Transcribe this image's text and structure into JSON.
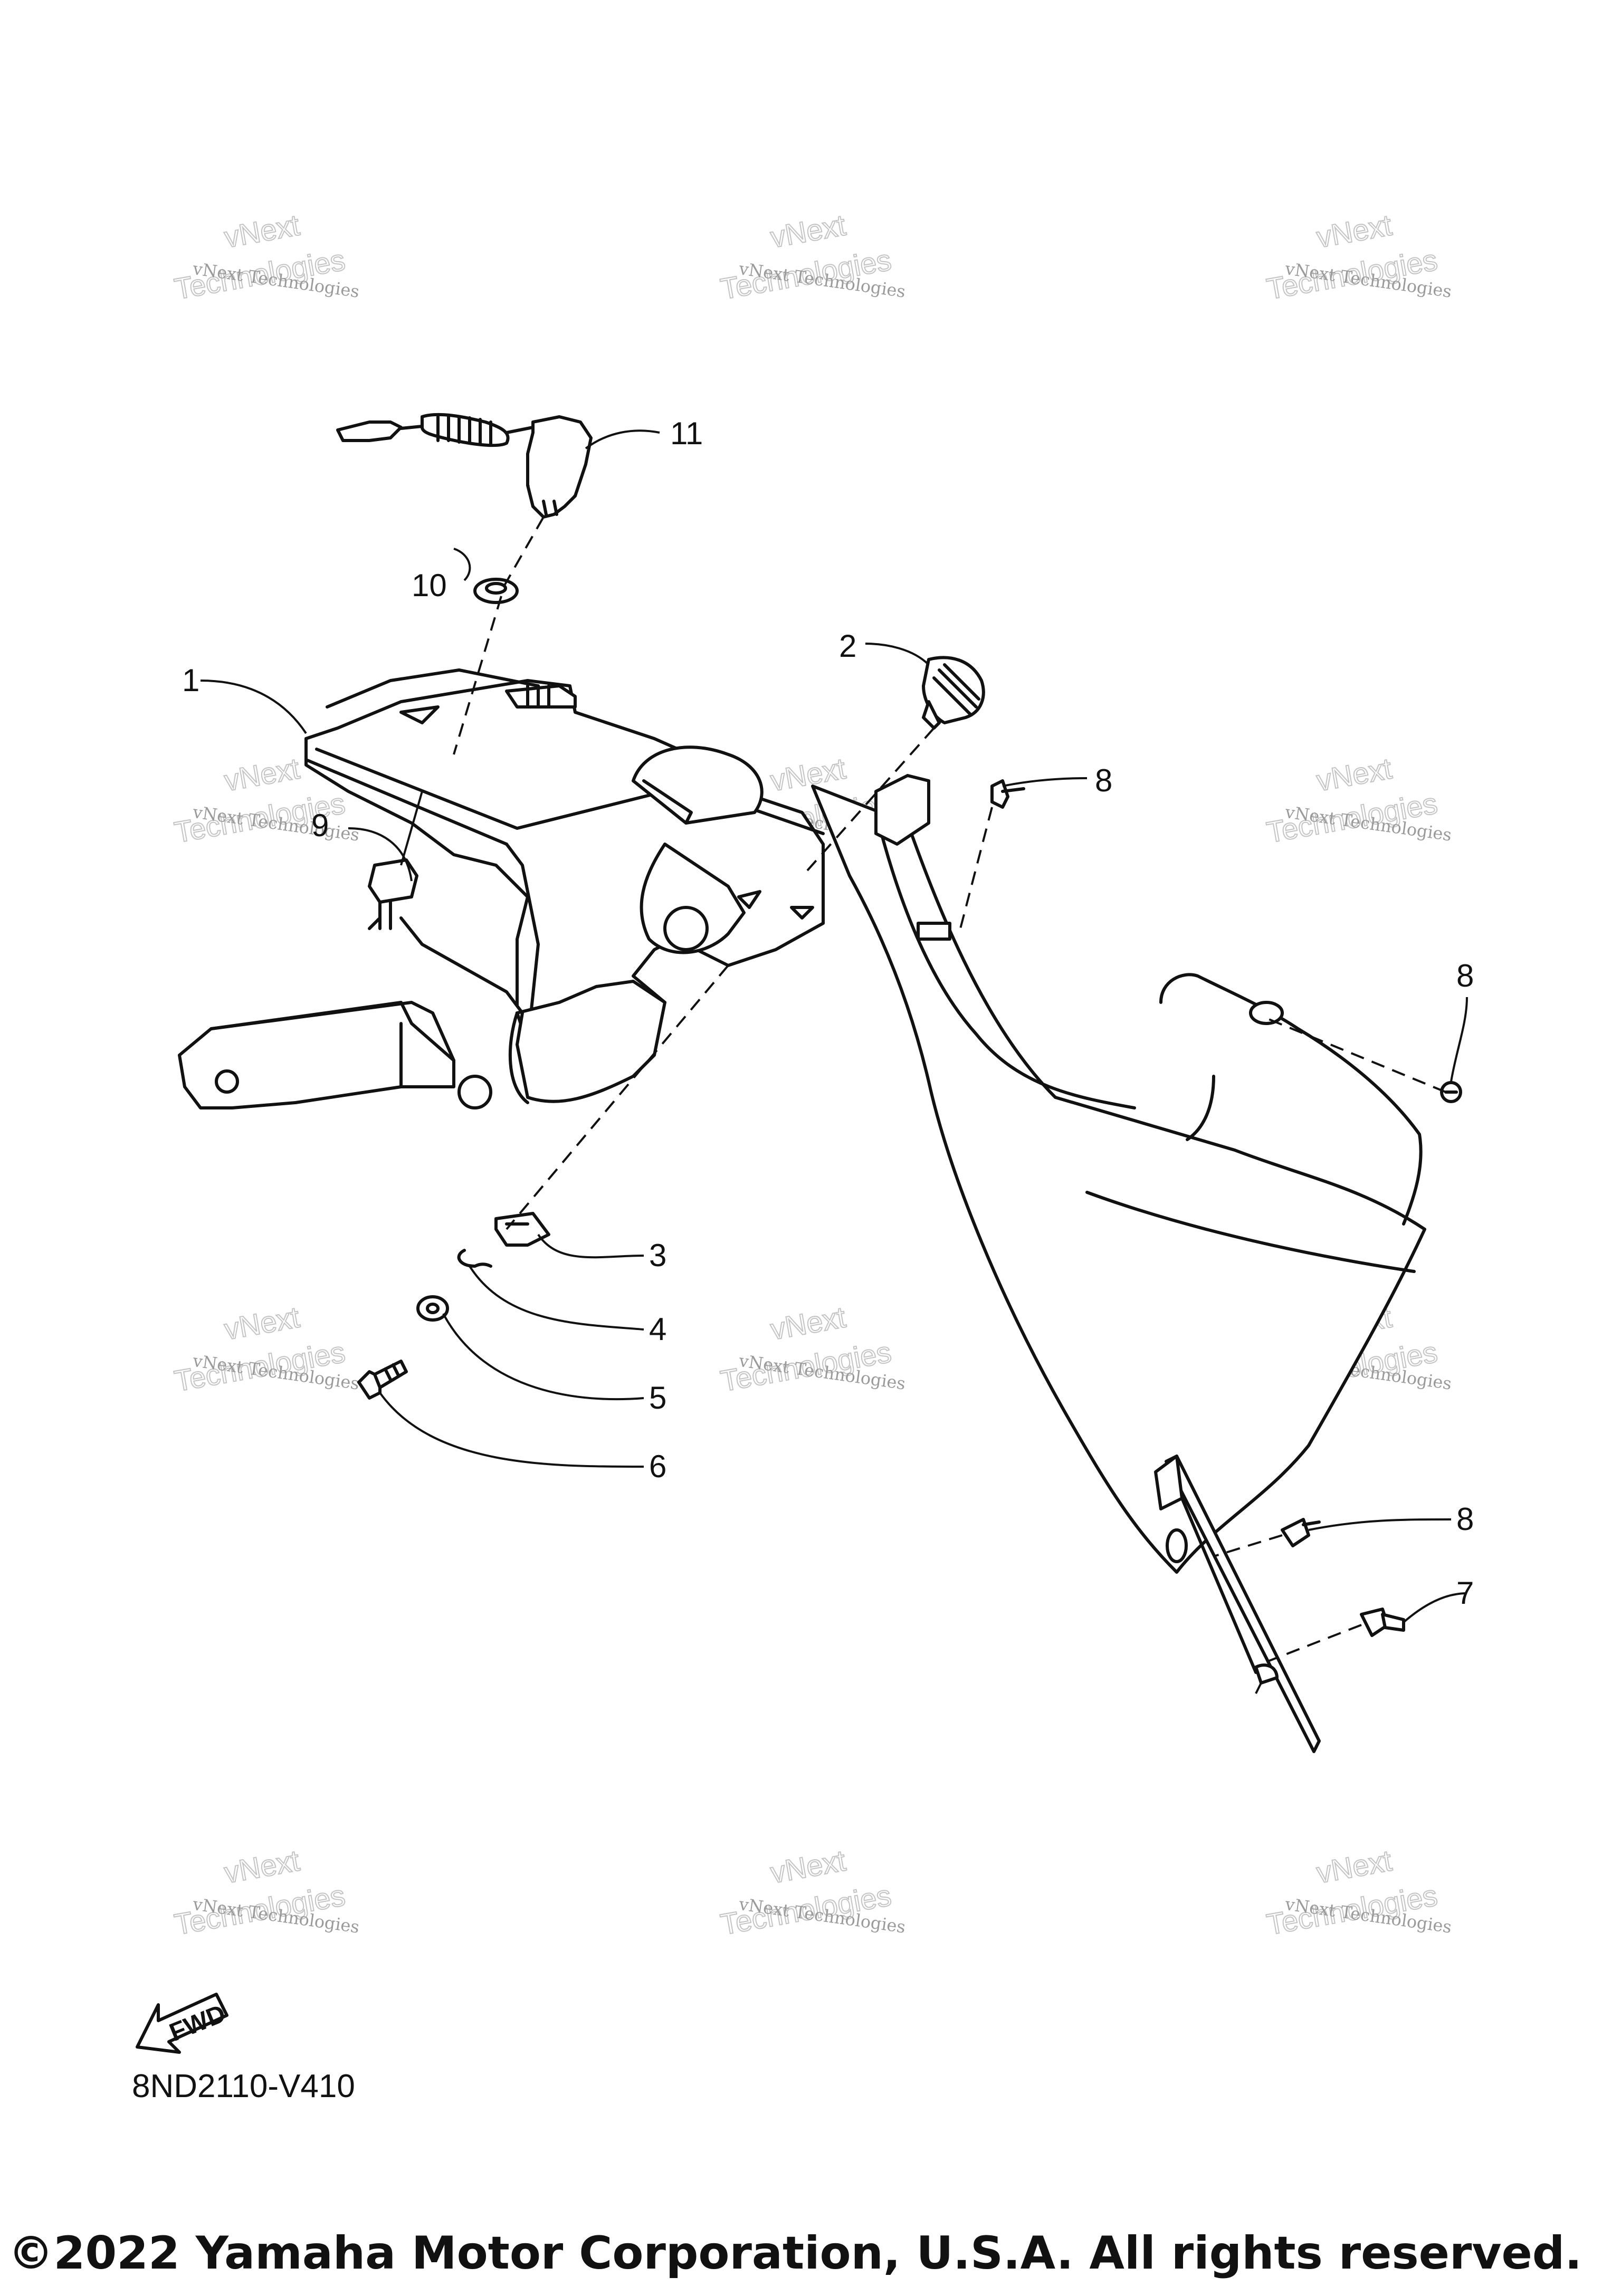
{
  "diagram": {
    "callouts": [
      "1",
      "2",
      "3",
      "4",
      "5",
      "6",
      "7",
      "8",
      "8",
      "8",
      "9",
      "10",
      "11"
    ],
    "diagram_code": "8ND2110-V410",
    "fwd_label": "FWD",
    "copyright": "©2022 Yamaha Motor Corporation, U.S.A. All rights reserved.",
    "watermark": {
      "line1": "vNext Technologies",
      "line2": "vNext",
      "line3": "Technologies"
    }
  }
}
